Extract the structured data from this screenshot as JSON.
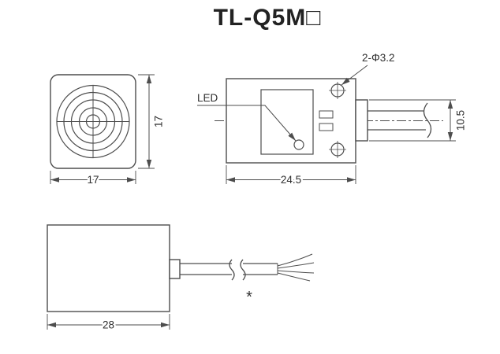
{
  "title": "TL-Q5M□",
  "colors": {
    "line": "#4d4d4d",
    "text": "#2f2f2f",
    "background": "#ffffff"
  },
  "front_view": {
    "width_dim": "17",
    "height_dim": "17"
  },
  "side_view": {
    "led_label": "LED",
    "holes_label": "2-Φ3.2",
    "width_dim": "24.5",
    "cable_height_dim": "10.5"
  },
  "bottom_view": {
    "width_dim": "28",
    "cable_note": "*"
  }
}
